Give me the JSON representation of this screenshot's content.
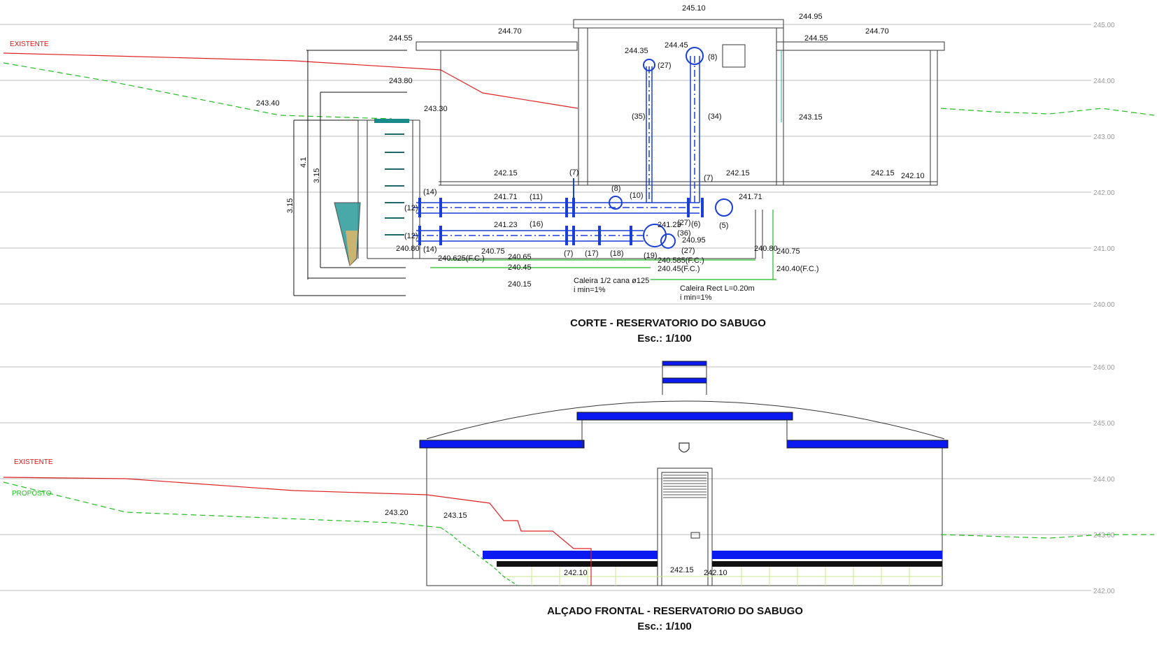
{
  "titles": {
    "section_title": "CORTE - RESERVATORIO DO SABUGO",
    "section_scale": "Esc.: 1/100",
    "elevation_title": "ALÇADO FRONTAL - RESERVATORIO DO SABUGO",
    "elevation_scale": "Esc.: 1/100"
  },
  "legend": {
    "existing": "EXISTENTE",
    "proposed": "PROPOSTO"
  },
  "levels_top": [
    "245.00",
    "244.00",
    "243.00",
    "242.00",
    "241.00",
    "240.00"
  ],
  "levels_bottom": [
    "246.00",
    "245.00",
    "244.00",
    "243.00",
    "242.00"
  ],
  "section_elevations": {
    "e245_10": "245.10",
    "e244_95": "244.95",
    "e244_55_l": "244.55",
    "e244_70_l": "244.70",
    "e244_55_r": "244.55",
    "e244_70_r": "244.70",
    "e244_35": "244.35",
    "e244_45": "244.45",
    "e243_80": "243.80",
    "e243_40": "243.40",
    "e243_30": "243.30",
    "e243_15": "243.15",
    "e242_15_a": "242.15",
    "e242_15_b": "242.15",
    "e242_15_c": "242.15",
    "e242_10": "242.10",
    "e241_71_a": "241.71",
    "e241_71_b": "241.71",
    "e241_23_a": "241.23",
    "e241_23_b": "241.23",
    "e240_95": "240.95",
    "e240_80_a": "240.80",
    "e240_80_b": "240.80",
    "e240_75_a": "240.75",
    "e240_75_b": "240.75",
    "e240_65": "240.65",
    "e240_625": "240.625(F.C.)",
    "e240_45": "240.45",
    "e240_585": "240.585(F.C.)",
    "e240_45_fc": "240.45(F.C.)",
    "e240_40_fc": "240.40(F.C.)",
    "e240_15": "240.15"
  },
  "dimensions": {
    "d41": "4.1",
    "d315_a": "3.15",
    "d315_b": "3.15"
  },
  "callouts": {
    "c14_a": "(14)",
    "c14_b": "(14)",
    "c12_a": "(12)",
    "c12_b": "(12)",
    "c11": "(11)",
    "c16": "(16)",
    "c7_a": "(7)",
    "c7_b": "(7)",
    "c7_c": "(7)",
    "c8_a": "(8)",
    "c8_b": "(8)",
    "c10": "(10)",
    "c17": "(17)",
    "c18": "(18)",
    "c19": "(19)",
    "c27_a": "(27)",
    "c27_b": "(27)",
    "c27_c": "(27)",
    "c6": "(6)",
    "c5": "(5)",
    "c36": "(36)",
    "c35": "(35)",
    "c34": "(34)"
  },
  "notes": {
    "gutter1_a": "Caleira 1/2 cana ø125",
    "gutter1_b": "i min=1%",
    "gutter2_a": "Caleira Rect L=0.20m",
    "gutter2_b": "i min=1%"
  },
  "elevation_elevations": {
    "e243_20": "243.20",
    "e243_15": "243.15",
    "e242_10_a": "242.10",
    "e242_15": "242.15",
    "e242_10_b": "242.10"
  },
  "colors": {
    "existing_line": "#dd2222",
    "proposed_line": "#22bb22",
    "pipe": "#1a3fd6",
    "roof_slab": "#0a1af0",
    "level_line": "#bdbdbd"
  }
}
